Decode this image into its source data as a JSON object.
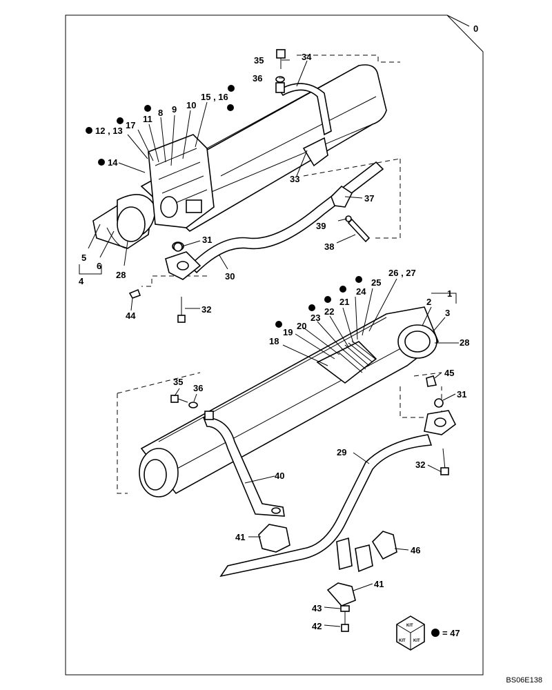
{
  "labels": {
    "l0": "0",
    "l1": "1",
    "l2": "2",
    "l3": "3",
    "l4": "4",
    "l5": "5",
    "l6": "6",
    "l8": "8",
    "l9": "9",
    "l10": "10",
    "l11": "11",
    "l12_13": "12 , 13",
    "l14": "14",
    "l15_16": "15 , 16",
    "l17": "17",
    "l18": "18",
    "l19": "19",
    "l20": "20",
    "l21": "21",
    "l22": "22",
    "l23": "23",
    "l24": "24",
    "l25": "25",
    "l26_27": "26 , 27",
    "l28a": "28",
    "l28b": "28",
    "l29": "29",
    "l30": "30",
    "l31a": "31",
    "l31b": "31",
    "l32a": "32",
    "l32b": "32",
    "l33": "33",
    "l34": "34",
    "l35a": "35",
    "l35b": "35",
    "l36a": "36",
    "l36b": "36",
    "l37": "37",
    "l38": "38",
    "l39": "39",
    "l40": "40",
    "l41a": "41",
    "l41b": "41",
    "l42": "42",
    "l43": "43",
    "l44": "44",
    "l45": "45",
    "l46": "46"
  },
  "kit": {
    "word": "KIT",
    "legend": "= 47"
  },
  "drawing_code": "BS06E138"
}
